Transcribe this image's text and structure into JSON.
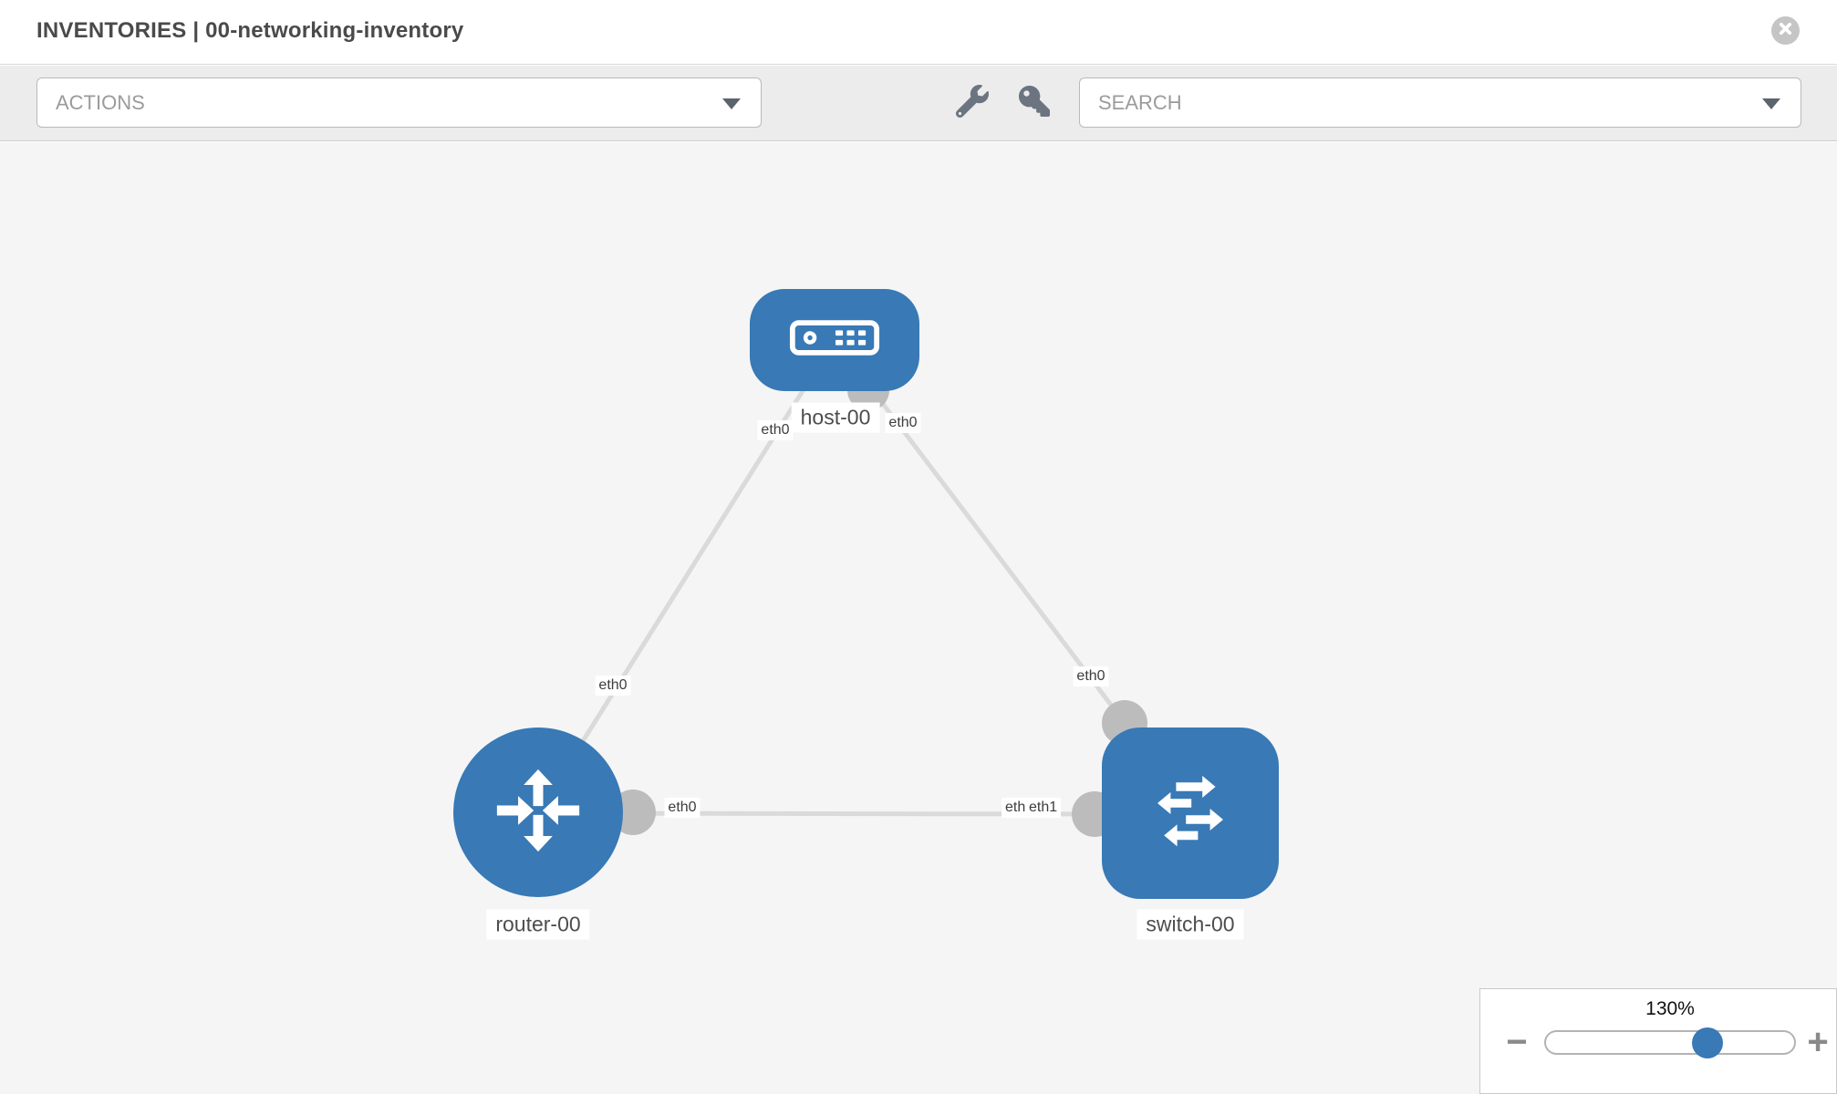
{
  "header": {
    "title": "INVENTORIES | 00-networking-inventory"
  },
  "toolbar": {
    "actions_label": "ACTIONS",
    "search_label": "SEARCH"
  },
  "diagram": {
    "nodes": [
      {
        "label": "host-00",
        "type": "host"
      },
      {
        "label": "router-00",
        "type": "router"
      },
      {
        "label": "switch-00",
        "type": "switch"
      }
    ],
    "links": [
      {
        "from": "host-00",
        "to": "router-00",
        "from_interface": "eth0",
        "to_interface": "eth0"
      },
      {
        "from": "host-00",
        "to": "switch-00",
        "from_interface": "eth0",
        "to_interface": "eth0"
      },
      {
        "from": "router-00",
        "to": "switch-00",
        "from_interface": "eth0",
        "to_interface": "eth1"
      }
    ],
    "interface_labels": {
      "host_to_router": "eth0",
      "host_to_switch": "eth0",
      "router_to_host": "eth0",
      "router_to_switch": "eth0",
      "switch_to_host": "eth0",
      "switch_to_router_back": "eth0",
      "switch_to_router_front": "eth1"
    }
  },
  "zoom_control": {
    "value": "130%",
    "minus_label": "−",
    "plus_label": "+"
  },
  "colors": {
    "node_blue": "#3879b6",
    "edge_gray": "#dadada",
    "dot_gray": "#bcbcbc",
    "toolbar_gray": "#ececec",
    "canvas_gray": "#f5f5f5"
  }
}
